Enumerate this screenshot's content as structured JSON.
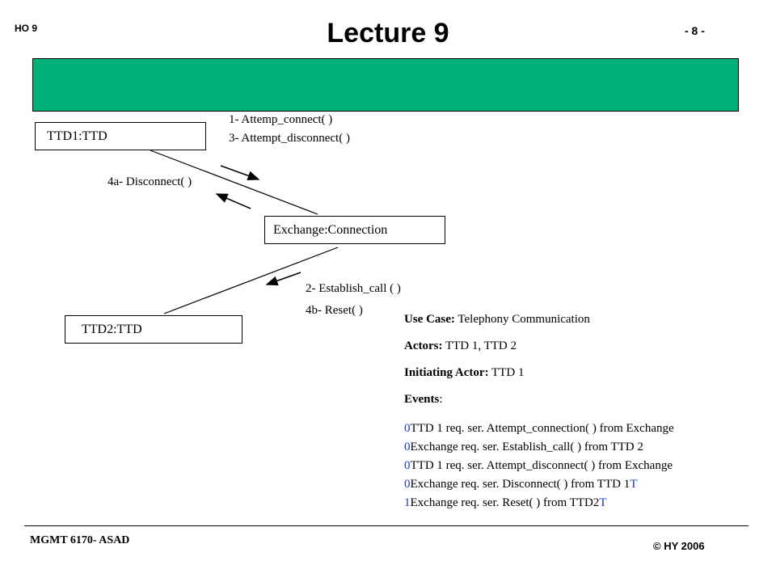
{
  "header": {
    "left": "HO 9",
    "title": "Lecture 9",
    "page": "- 8 -"
  },
  "colors": {
    "banner": "#00b07a",
    "numbers": "#1a35c4"
  },
  "objects": {
    "ttd1": "TTD1:TTD",
    "exchange": "Exchange:Connection",
    "ttd2": "TTD2:TTD"
  },
  "messages": {
    "m1": "1- Attemp_connect( )",
    "m3": "3- Attempt_disconnect( )",
    "m4a": "4a- Disconnect( )",
    "m2": "2-  Establish_call ( )",
    "m4b": "4b- Reset( )"
  },
  "use_case": {
    "use_case_label": "Use Case:",
    "use_case_value": " Telephony Communication",
    "actors_label": "Actors:",
    "actors_value": " TTD 1, TTD 2",
    "initiating_label": "Initiating Actor:",
    "initiating_value": " TTD 1",
    "events_label": "Events",
    "events_colon": ":",
    "events": [
      {
        "num": "0",
        "text": "TTD 1 req. ser. Attempt_connection( ) from Exchange",
        "tail": ""
      },
      {
        "num": "0",
        "text": "Exchange req. ser. Establish_call( ) from TTD 2",
        "tail": ""
      },
      {
        "num": "0",
        "text": "TTD 1 req. ser. Attempt_disconnect( ) from Exchange",
        "tail": ""
      },
      {
        "num": "0",
        "text": "Exchange req. ser. Disconnect( ) from TTD 1",
        "tail": "T"
      },
      {
        "num": "1",
        "text": "Exchange  req. ser. Reset( ) from TTD2",
        "tail": "T"
      }
    ]
  },
  "footer": {
    "left": "MGMT 6170- ASAD",
    "right": "© HY  2006"
  }
}
